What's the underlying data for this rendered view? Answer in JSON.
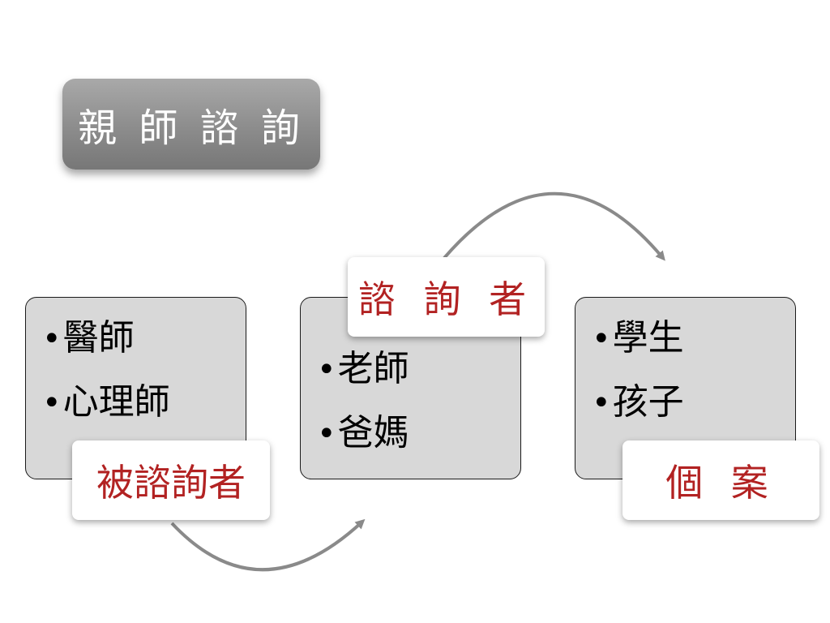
{
  "title": "親 師 諮 詢",
  "groups": [
    {
      "label": "被諮詢者",
      "items": [
        "醫師",
        "心理師"
      ]
    },
    {
      "label": "諮 詢 者",
      "items": [
        "老師",
        "爸媽"
      ]
    },
    {
      "label": "個 案",
      "items": [
        "學生",
        "孩子"
      ]
    }
  ],
  "bullet_symbol": "•",
  "colors": {
    "label_text": "#b22222",
    "box_fill": "#d8d8d8",
    "title_fill": "#8c8c8c",
    "arrow": "#8a8a8a"
  }
}
